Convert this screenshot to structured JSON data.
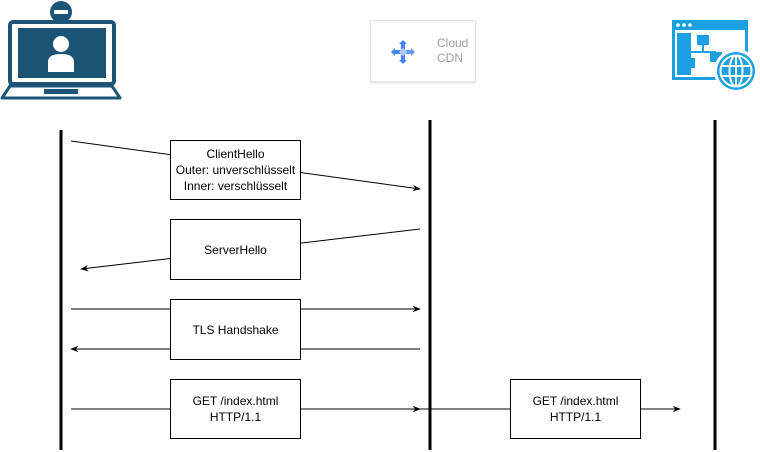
{
  "actors": {
    "client": {
      "icon": "laptop-user-icon",
      "color": "#1b5475"
    },
    "cdn": {
      "icon": "cloud-cdn-icon",
      "line1": "Cloud",
      "line2": "CDN",
      "accent": "#4285f4"
    },
    "server": {
      "icon": "web-server-globe-icon",
      "color": "#1ba1e2"
    }
  },
  "messages": [
    {
      "id": "client-hello",
      "from": "client",
      "to": "cdn",
      "lines": [
        "ClientHello",
        "Outer: unverschlüsselt",
        "Inner: verschlüsselt"
      ]
    },
    {
      "id": "server-hello",
      "from": "cdn",
      "to": "client",
      "lines": [
        "ServerHello"
      ]
    },
    {
      "id": "tls-handshake",
      "from": "client",
      "to": "cdn",
      "bidirectional": true,
      "lines": [
        "TLS Handshake"
      ]
    },
    {
      "id": "get-index-client",
      "from": "client",
      "to": "cdn",
      "lines": [
        "GET /index.html",
        "HTTP/1.1"
      ]
    },
    {
      "id": "get-index-cdn",
      "from": "cdn",
      "to": "server",
      "lines": [
        "GET /index.html",
        "HTTP/1.1"
      ]
    }
  ]
}
